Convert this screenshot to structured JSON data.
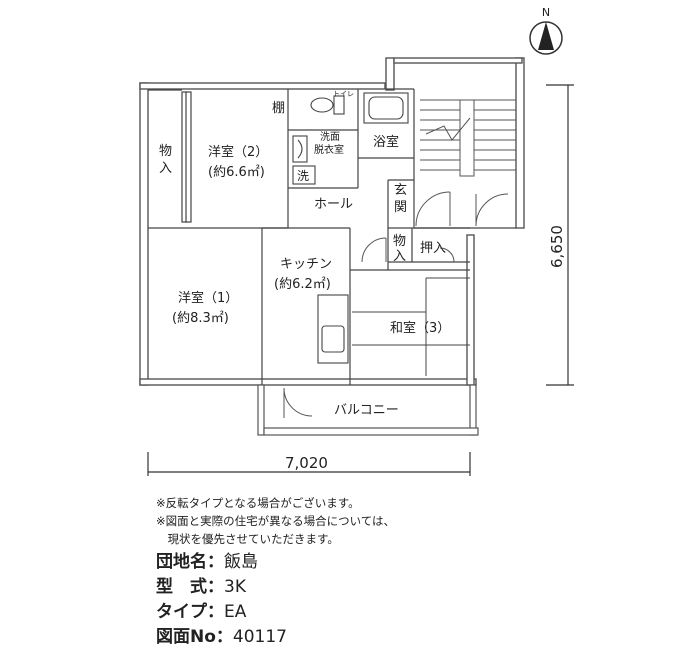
{
  "compass_label": "N",
  "dimensions": {
    "width": "7,020",
    "depth": "6,650"
  },
  "rooms": {
    "western2": {
      "name": "洋室（2）",
      "area": "(約6.6㎡)"
    },
    "western1": {
      "name": "洋室（1）",
      "area": "(約8.3㎡)"
    },
    "kitchen": {
      "name": "キッチン",
      "area": "(約6.2㎡)"
    },
    "japanese": {
      "name": "和室（3）"
    },
    "hall": "ホール",
    "bath": "浴室",
    "toilet": "トイレ",
    "washroom_line1": "洗面",
    "washroom_line2": "脱衣室",
    "washer": "洗",
    "shelf": "棚",
    "storage_top_char1": "物",
    "storage_top_char2": "入",
    "storage_small_char1": "物",
    "storage_small_char2": "入",
    "oshiire": "押入",
    "entrance_char1": "玄",
    "entrance_char2": "関",
    "balcony": "バルコニー"
  },
  "notes": [
    "※反転タイプとなる場合がございます。",
    "※図面と実際の住宅が異なる場合については、",
    "　現状を優先させていただきます。"
  ],
  "info": [
    {
      "label": "団地名",
      "value": "飯島"
    },
    {
      "label": "型　式",
      "value": "3K"
    },
    {
      "label": "タイプ",
      "value": "EA"
    },
    {
      "label": "図面No",
      "value": "40117"
    }
  ]
}
